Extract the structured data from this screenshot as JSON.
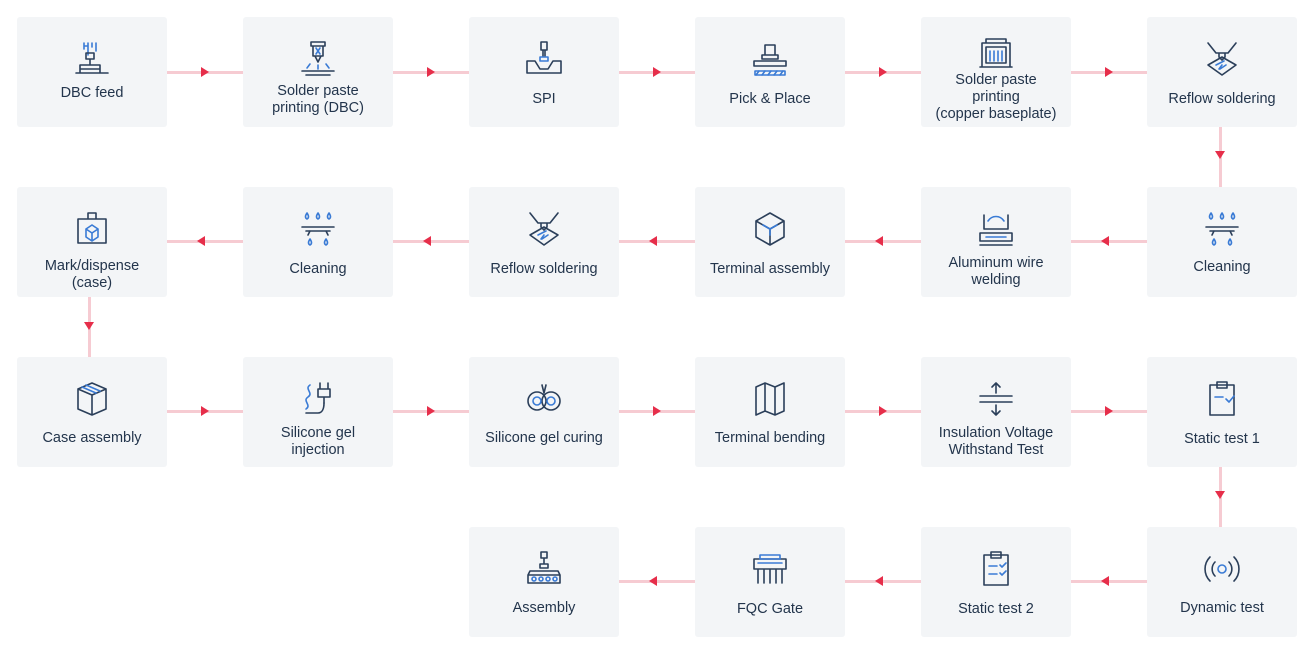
{
  "steps": [
    {
      "label": "DBC feed",
      "icon": "dbc-feed-icon"
    },
    {
      "label": "Solder paste\nprinting (DBC)",
      "icon": "solder-paste-icon"
    },
    {
      "label": "SPI",
      "icon": "spi-icon"
    },
    {
      "label": "Pick & Place",
      "icon": "pick-place-icon"
    },
    {
      "label": "Solder paste\nprinting\n(copper baseplate)",
      "icon": "printer-icon"
    },
    {
      "label": "Reflow soldering",
      "icon": "reflow-icon"
    },
    {
      "label": "Cleaning",
      "icon": "cleaning-icon"
    },
    {
      "label": "Aluminum wire\nwelding",
      "icon": "wire-welding-icon"
    },
    {
      "label": "Terminal assembly",
      "icon": "terminal-assembly-icon"
    },
    {
      "label": "Reflow soldering",
      "icon": "reflow-icon"
    },
    {
      "label": "Cleaning",
      "icon": "cleaning-icon"
    },
    {
      "label": "Mark/dispense\n(case)",
      "icon": "mark-dispense-icon"
    },
    {
      "label": "Case assembly",
      "icon": "case-assembly-icon"
    },
    {
      "label": "Silicone gel\ninjection",
      "icon": "gel-injection-icon"
    },
    {
      "label": "Silicone gel curing",
      "icon": "gel-curing-icon"
    },
    {
      "label": "Terminal bending",
      "icon": "terminal-bending-icon"
    },
    {
      "label": "Insulation Voltage\nWithstand Test",
      "icon": "insulation-test-icon"
    },
    {
      "label": "Static test 1",
      "icon": "clipboard-icon"
    },
    {
      "label": "Dynamic test",
      "icon": "dynamic-test-icon"
    },
    {
      "label": "Static test 2",
      "icon": "checklist-icon"
    },
    {
      "label": "FQC Gate",
      "icon": "fqc-gate-icon"
    },
    {
      "label": "Assembly",
      "icon": "assembly-icon"
    }
  ],
  "colors": {
    "box": "#f3f5f7",
    "text": "#23354c",
    "connector": "#f6cbd2",
    "arrow": "#e62e4a",
    "icon_line": "#2b3f5a",
    "icon_accent": "#3a7bd5"
  }
}
